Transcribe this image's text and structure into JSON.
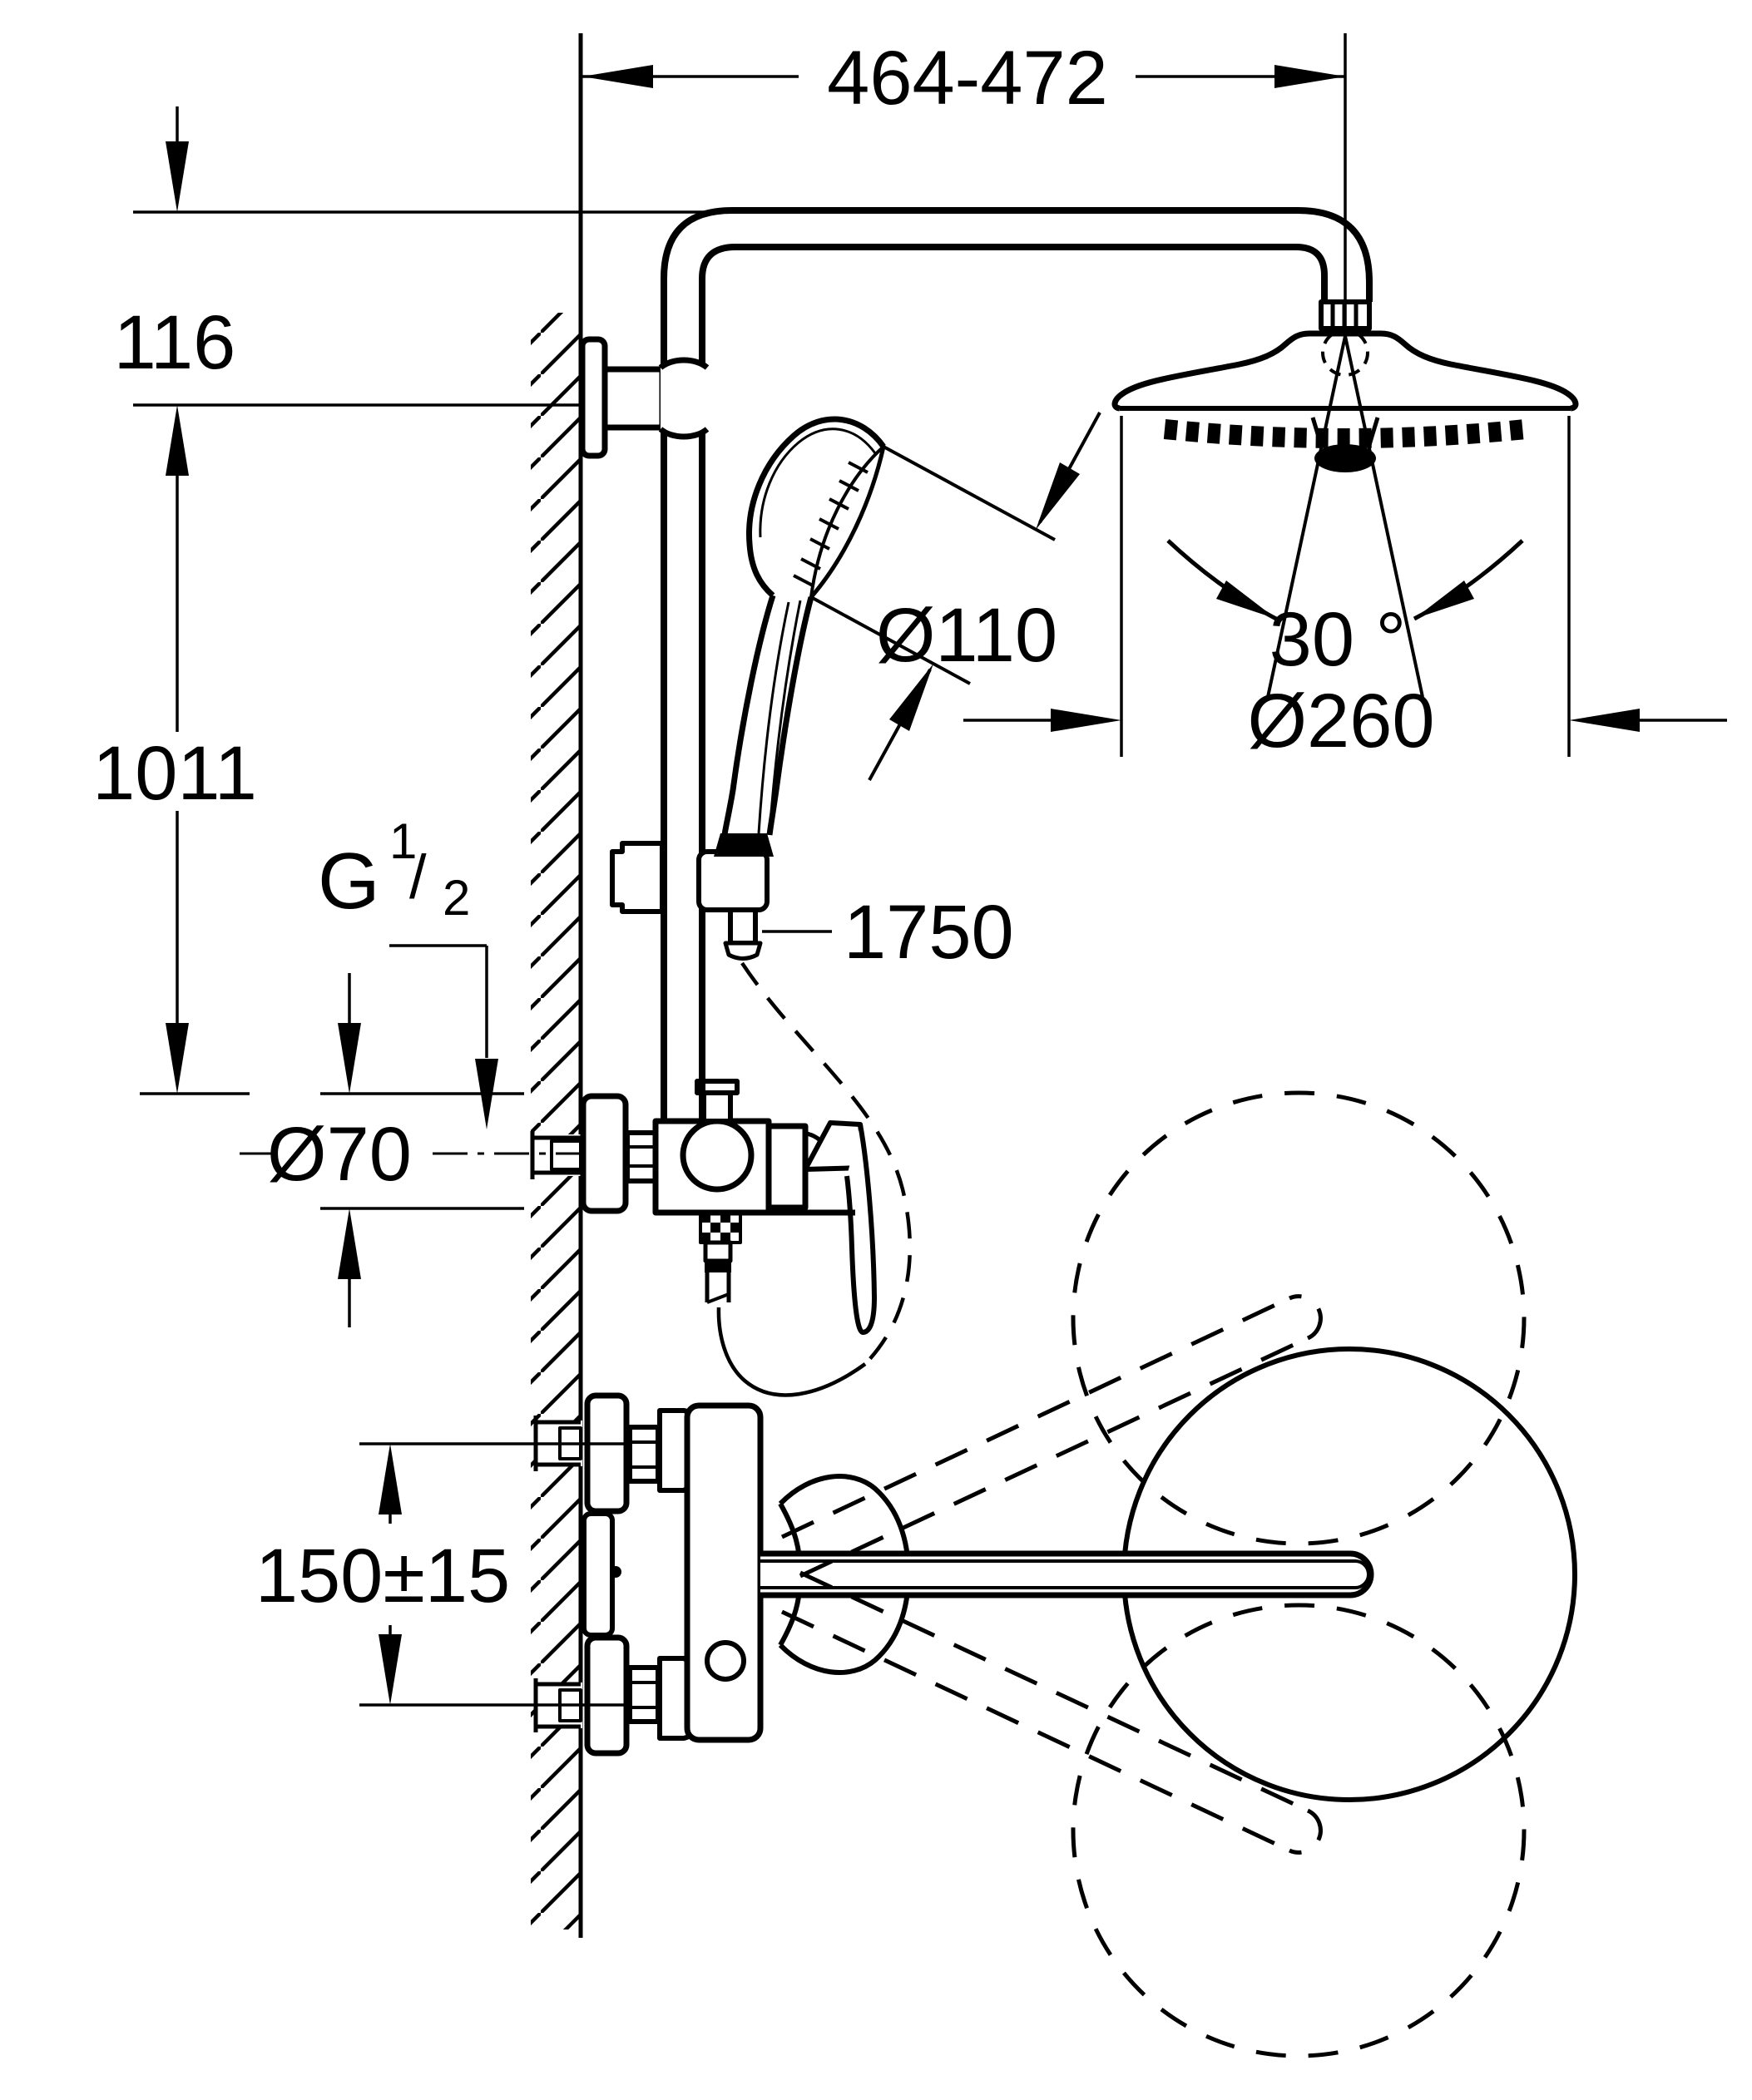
{
  "drawing": {
    "background_color": "#ffffff",
    "line_color": "#000000",
    "type": "technical-dimension-drawing",
    "dimensions": {
      "top_width": "464-472",
      "arm_height": "116",
      "column_height": "1011",
      "thread_g": "G",
      "thread_sup": "1",
      "thread_slash": "/",
      "thread_sub": "2",
      "flange_diameter": "Ø70",
      "hand_shower_diameter": "Ø110",
      "hose_length": "1750",
      "head_swivel_angle": "30 °",
      "head_diameter": "Ø260",
      "union_spacing": "150±15"
    }
  }
}
